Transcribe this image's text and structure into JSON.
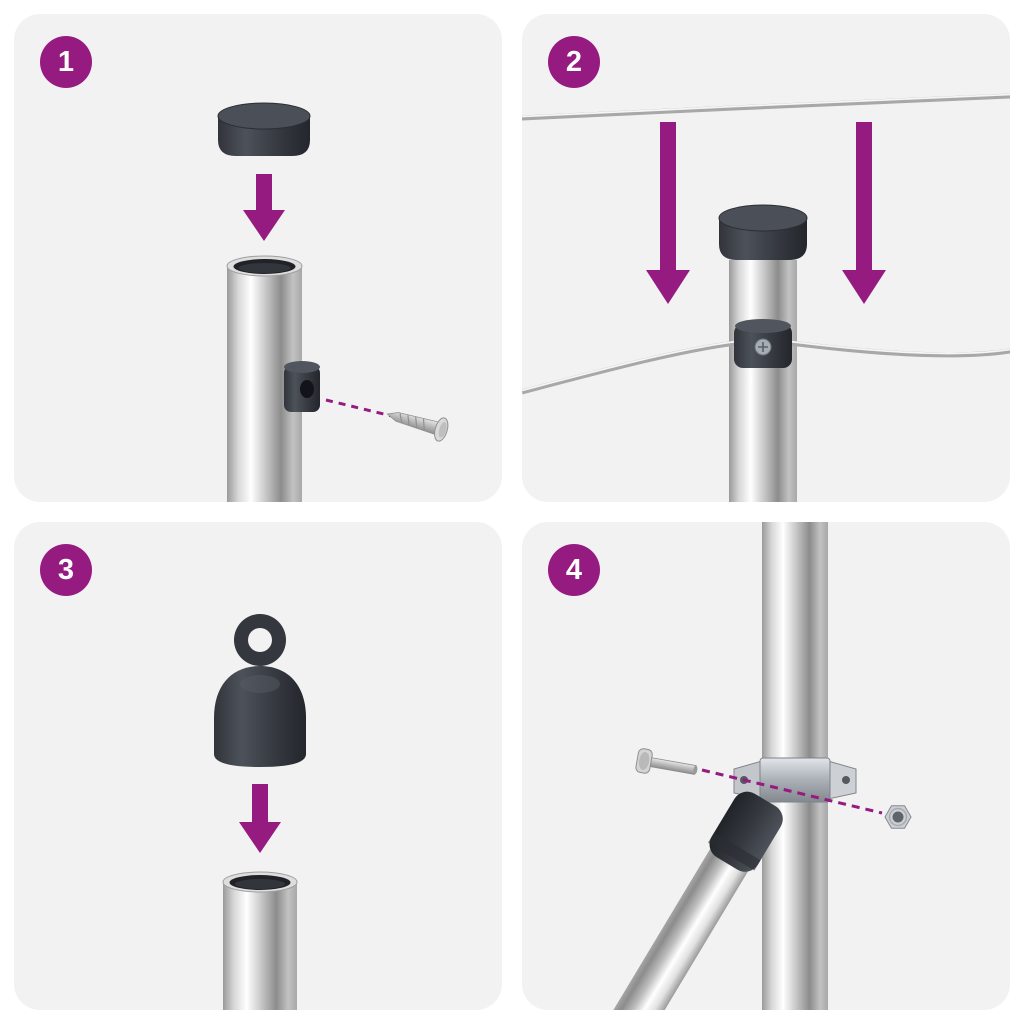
{
  "page": {
    "type": "assembly-instructions",
    "background": "#ffffff",
    "panel_background": "#f2f2f3",
    "accent_color": "#961b80",
    "hardware_color": "#3a3e45",
    "metal_color": "#c9c9c9"
  },
  "steps": [
    {
      "number": "1",
      "illustration": [
        "end-cap",
        "down-arrow",
        "metal-post",
        "screw-clip",
        "screw",
        "dashed-guide-line"
      ]
    },
    {
      "number": "2",
      "illustration": [
        "tension-wire",
        "down-arrow",
        "down-arrow",
        "capped-post",
        "wire-clip",
        "wire-left",
        "wire-right"
      ]
    },
    {
      "number": "3",
      "illustration": [
        "eyelet-cap",
        "down-arrow",
        "metal-post"
      ]
    },
    {
      "number": "4",
      "illustration": [
        "metal-post",
        "diagonal-brace",
        "brace-connector",
        "post-clamp",
        "bolt",
        "nut",
        "dashed-guide-line"
      ]
    }
  ]
}
